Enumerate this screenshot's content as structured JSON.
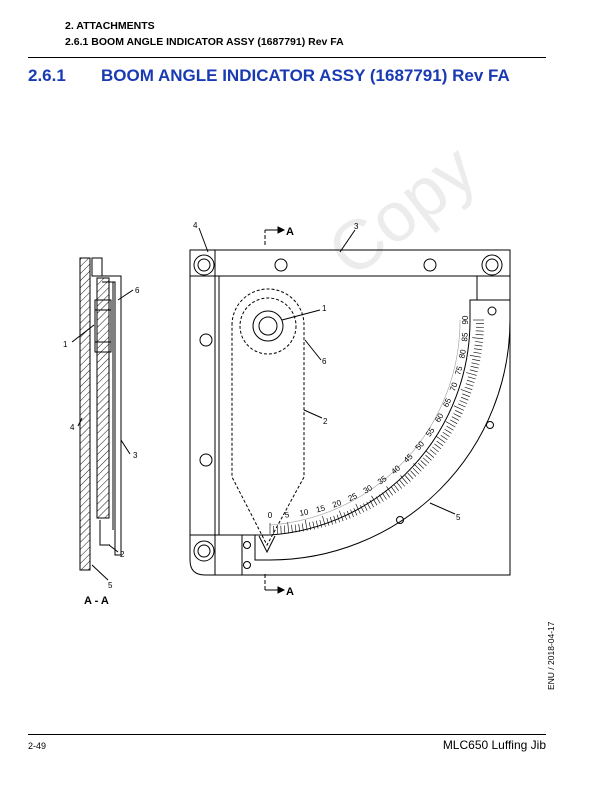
{
  "header": {
    "chapter": "2. ATTACHMENTS",
    "subsection": "2.6.1 BOOM ANGLE INDICATOR ASSY (1687791) Rev FA"
  },
  "section": {
    "number": "2.6.1",
    "title": "BOOM ANGLE INDICATOR ASSY (1687791) Rev FA"
  },
  "watermark": "Copy",
  "figure": {
    "section_marker": "A",
    "section_view_label": "A - A",
    "callouts_front": [
      "1",
      "2",
      "3",
      "4",
      "5",
      "6"
    ],
    "callouts_side": [
      "1",
      "2",
      "3",
      "4",
      "5",
      "6"
    ],
    "scale_labels": [
      "0",
      "5",
      "10",
      "15",
      "20",
      "25",
      "30",
      "35",
      "40",
      "45",
      "50",
      "55",
      "60",
      "65",
      "70",
      "75",
      "80",
      "85",
      "90"
    ]
  },
  "side_note": "ENU / 2018-04-17",
  "footer": {
    "page_number": "2-49",
    "product": "MLC650 Luffing Jib"
  },
  "colors": {
    "title_blue": "#1a3ab4",
    "watermark": "#ececec"
  }
}
